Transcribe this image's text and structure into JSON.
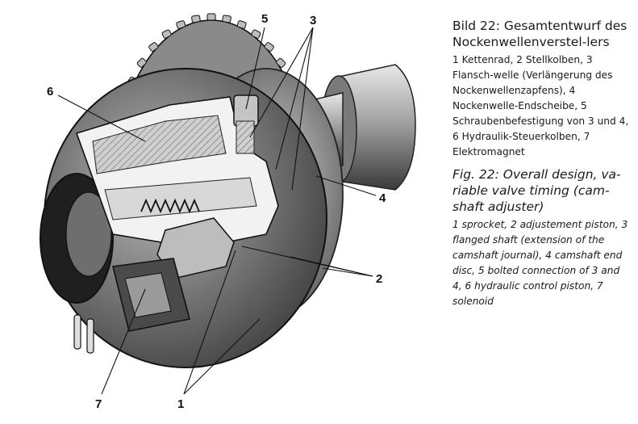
{
  "figure": {
    "callouts": [
      {
        "id": "c5",
        "label": "5"
      },
      {
        "id": "c3",
        "label": "3"
      },
      {
        "id": "c6",
        "label": "6"
      },
      {
        "id": "c4",
        "label": "4"
      },
      {
        "id": "c2",
        "label": "2"
      },
      {
        "id": "c7",
        "label": "7"
      },
      {
        "id": "c1",
        "label": "1"
      }
    ]
  },
  "caption": {
    "de_title": "Bild 22: Gesamtentwurf des Nockenwellenverstel-lers",
    "de_legend": "1 Kettenrad, 2 Stellkolben, 3 Flansch-welle (Verlängerung des Nockenwellenzapfens), 4 Nockenwelle-Endscheibe, 5 Schraubenbefestigung von 3 und 4, 6 Hydraulik-Steuerkolben, 7 Elektromagnet",
    "en_title": "Fig. 22: Overall design, va-riable valve timing (cam-shaft adjuster)",
    "en_legend": "1 sprocket, 2 adjustement piston, 3 flanged shaft (extension of the camshaft journal), 4 camshaft end disc, 5 bolted connection of 3 and 4, 6 hydraulic control piston, 7 solenoid"
  }
}
